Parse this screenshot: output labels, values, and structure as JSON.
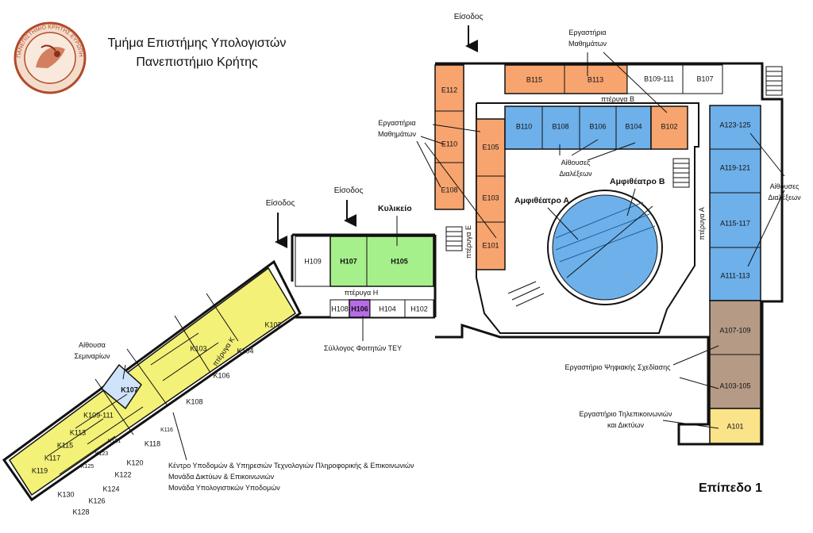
{
  "header": {
    "title_line1": "Τμήμα Επιστήμης Υπολογιστών",
    "title_line2": "Πανεπιστήμιο Κρήτης",
    "seal_text": "ΠΑΝΕΠΙΣΤΗΜΙΟ ΚΡΗΤΗΣ ΕΥΡΩΠΗ"
  },
  "level_label": "Επίπεδο 1",
  "colors": {
    "orange": "#f7a46f",
    "blue": "#6db0ea",
    "green": "#a6f08c",
    "purple": "#b86be6",
    "brown": "#b59a86",
    "light_yellow": "#fbe38a",
    "yellow": "#f3f177",
    "light_blue": "#cfe4fb",
    "wall": "#111111"
  },
  "labels": {
    "entrance_top": "Είσοδος",
    "entrance_mid": "Είσοδος",
    "entrance_left": "Είσοδος",
    "kyliko": "Κυλικείο",
    "math_labs_top_1": "Εργαστήρια",
    "math_labs_top_2": "Μαθημάτων",
    "math_labs_left_1": "Εργαστήρια",
    "math_labs_left_2": "Μαθημάτων",
    "lecture_halls_mid_1": "Αίθουσες",
    "lecture_halls_mid_2": "Διαλέξεων",
    "lecture_halls_right_1": "Αίθουσες",
    "lecture_halls_right_2": "Διαλέξεων",
    "amph_a": "Αμφιθέατρο Α",
    "amph_b": "Αμφιθέατρο Β",
    "seminar_1": "Αίθουσα",
    "seminar_2": "Σεμιναρίων",
    "student_union": "Σύλλογος Φοιτητών ΤΕΥ",
    "digital_design": "Εργαστήριο Ψηφιακής Σχεδίασης",
    "telecom_1": "Εργαστήριο Τηλεπικοινωνιών",
    "telecom_2": "και Δικτύων",
    "ict_1": "Κέντρο Υποδομών & Υπηρεσιών Τεχνολογιών Πληροφορικής & Επικοινωνιών",
    "ict_2": "Μονάδα Δικτύων & Επικοινωνιών",
    "ict_3": "Μονάδα Υπολογιστικών Υποδομών",
    "wing_b": "πτέρυγα Β",
    "wing_e": "πτέρυγα Ε",
    "wing_a": "πτέρυγα Α",
    "wing_h": "πτέρυγα Η",
    "wing_k": "πτέρυγα Κ"
  },
  "rooms": {
    "E112": "E112",
    "E110": "E110",
    "E108": "E108",
    "E105": "E105",
    "E103": "E103",
    "E101": "E101",
    "B115": "B115",
    "B113": "B113",
    "B109_111": "B109-111",
    "B107": "B107",
    "B110": "B110",
    "B108": "B108",
    "B106": "B106",
    "B104": "B104",
    "B102": "B102",
    "A123_125": "A123-125",
    "A119_121": "A119-121",
    "A115_117": "A115-117",
    "A111_113": "A111-113",
    "A107_109": "A107-109",
    "A103_105": "A103-105",
    "A101": "A101",
    "H109": "H109",
    "H107": "H107",
    "H105": "H105",
    "H108": "H108",
    "H106": "H106",
    "H104": "H104",
    "H102": "H102",
    "K102": "K102",
    "K103": "K103",
    "K104": "K104",
    "K106": "K106",
    "K107": "K107",
    "K108": "K108",
    "K109_111": "K109-111",
    "K113": "K113",
    "K115": "K115",
    "K116": "K116",
    "K117": "K117",
    "K118": "K118",
    "K119": "K119",
    "K120": "K120",
    "K121": "K121",
    "K122": "K122",
    "K123": "K123",
    "K124": "K124",
    "K125": "K125",
    "K126": "K126",
    "K128": "K128",
    "K130": "K130"
  }
}
